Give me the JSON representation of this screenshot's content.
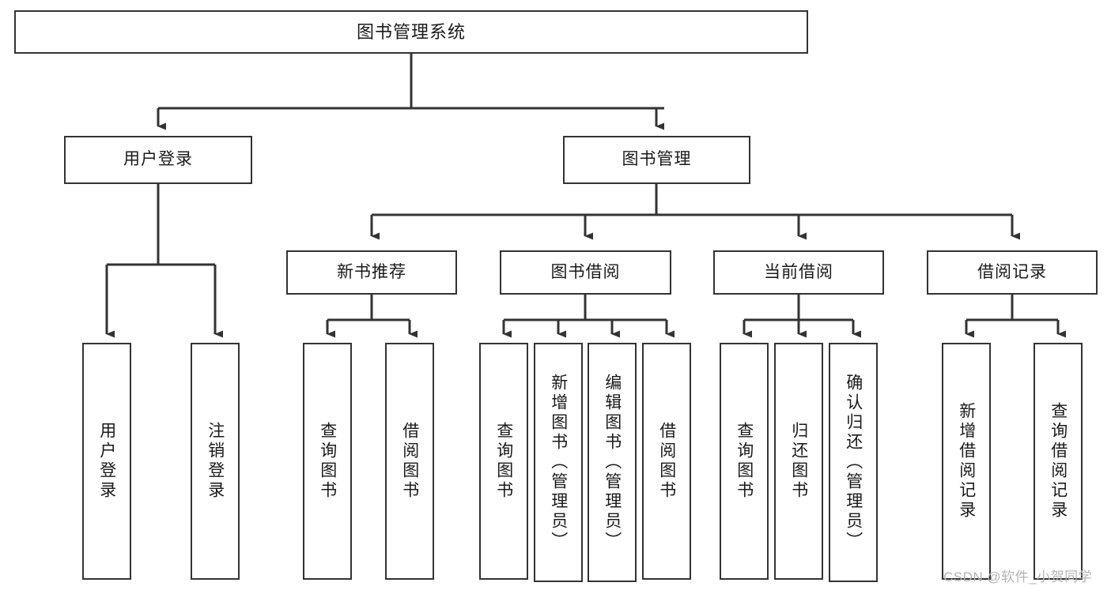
{
  "diagram": {
    "title": "图书管理系统",
    "type": "hierarchy-tree",
    "nodes": {
      "root": {
        "label": "图书管理系统"
      },
      "level2": [
        {
          "id": "user-login",
          "label": "用户登录"
        },
        {
          "id": "book-manage",
          "label": "图书管理"
        }
      ],
      "level3": [
        {
          "id": "new-book-recommend",
          "label": "新书推荐"
        },
        {
          "id": "book-borrow",
          "label": "图书借阅"
        },
        {
          "id": "current-borrow",
          "label": "当前借阅"
        },
        {
          "id": "borrow-record",
          "label": "借阅记录"
        }
      ],
      "leaves": [
        {
          "id": "leaf-user-login",
          "label": "用户登录"
        },
        {
          "id": "leaf-logout",
          "label": "注销登录"
        },
        {
          "id": "leaf-query-book-1",
          "label": "查询图书"
        },
        {
          "id": "leaf-borrow-book-1",
          "label": "借阅图书"
        },
        {
          "id": "leaf-query-book-2",
          "label": "查询图书"
        },
        {
          "id": "leaf-add-book",
          "label": "新增图书（管理员）"
        },
        {
          "id": "leaf-edit-book",
          "label": "编辑图书（管理员）"
        },
        {
          "id": "leaf-borrow-book-2",
          "label": "借阅图书"
        },
        {
          "id": "leaf-query-book-3",
          "label": "查询图书"
        },
        {
          "id": "leaf-return-book",
          "label": "归还图书"
        },
        {
          "id": "leaf-confirm-return",
          "label": "确认归还（管理员）"
        },
        {
          "id": "leaf-add-record",
          "label": "新增借阅记录"
        },
        {
          "id": "leaf-query-record",
          "label": "查询借阅记录"
        }
      ]
    },
    "colors": {
      "stroke": "#333333",
      "fill": "#ffffff",
      "text": "#1a1a1a",
      "watermark": "#b4b4b4"
    }
  },
  "watermark": {
    "text": "CSDN @软件_小贺同学"
  }
}
